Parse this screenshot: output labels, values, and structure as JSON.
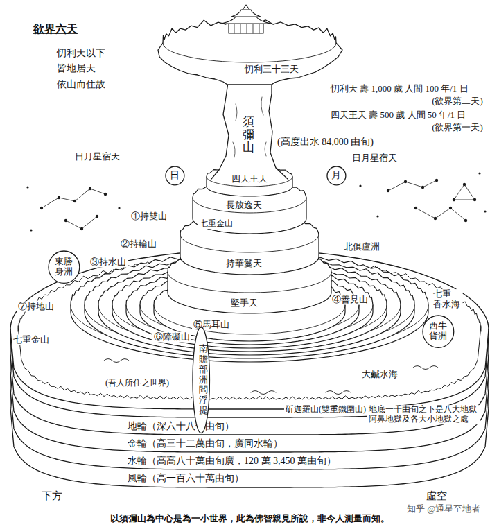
{
  "diagram": {
    "title": "欲界六天",
    "caption": "以須彌山為中心是為一小世界，此為佛智親見所說，非今人測量而知。",
    "nodes": [
      {
        "text": [
          "日"
        ]
      },
      {
        "text": [
          "月"
        ]
      },
      {
        "text": [
          "東勝身洲"
        ]
      },
      {
        "text": [
          "西牛貨洲"
        ]
      },
      {
        "text": [
          "南贍部洲",
          "閻浮提"
        ]
      }
    ],
    "labels": [
      "忉利天以下 皆地居天 依山而住故",
      "忉利三十三天",
      "忉利天 壽 1,000 歲 人間 100 年/1 日",
      "(欲界第二天)",
      "四天王天 壽 500 歲 人間 50 年/1 日",
      "(欲界第一天)",
      "須彌山",
      "(高度出水 84,000 由旬)",
      "日月星宿天",
      "日月星宿天",
      "四天王天",
      "①持雙山",
      "長放逸天",
      "七重金山",
      "②持輪山",
      "北俱盧洲",
      "③持水山",
      "持華鬘天",
      "堅手天",
      "④善見山",
      "七重 香水海",
      "⑦持地山",
      "⑤馬耳山",
      "⑥障礙山",
      "七重金山",
      "大鹹水海",
      "(吾人所住之世界)",
      "斫迦羅山(雙重鐵圍山)",
      "地底一千由旬之下是八大地獄 阿鼻地獄及各大小地獄之處",
      "地輪（深六十八千由旬）",
      "金輪（高三十二萬由旬，廣同水輪）",
      "水輪（高高八十萬由旬廣，120 萬 3,450 萬由旬）",
      "風輪（高一百六十萬由旬）",
      "下方",
      "虛空",
      "知乎 @通星至地者"
    ]
  }
}
